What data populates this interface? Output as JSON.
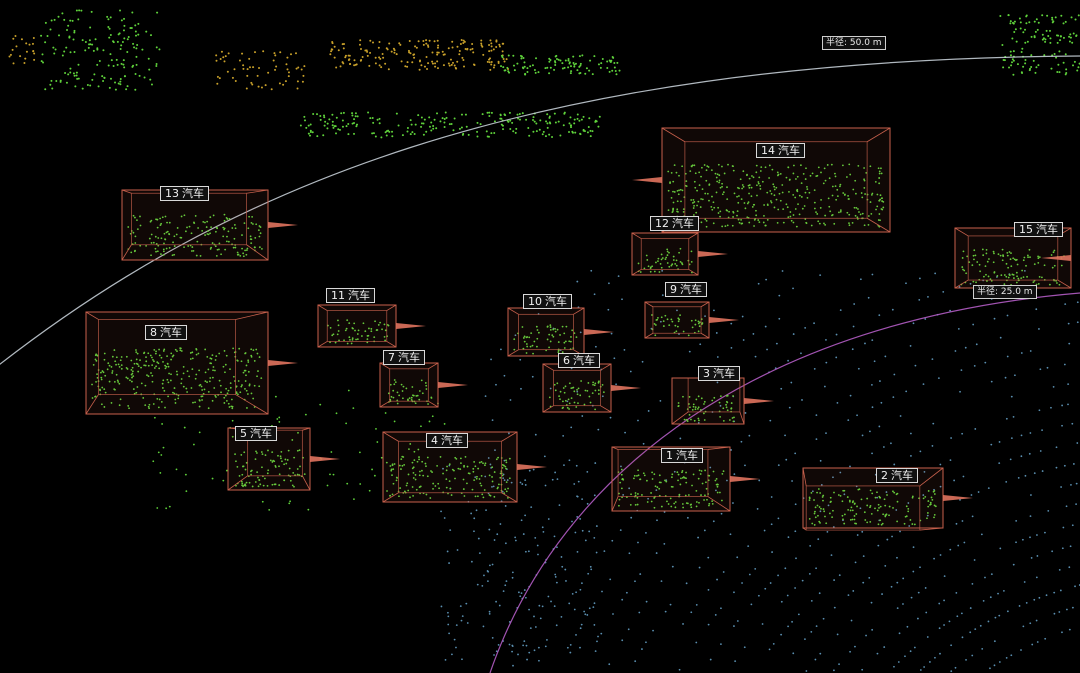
{
  "colors": {
    "background": "#000000",
    "box_edge": "#c7604c",
    "heading_arrow": "#e0735e",
    "ring_outer": "#cfd8e0",
    "ring_inner": "#b25cc4",
    "points_object": "#5fd23b",
    "points_ground": "#5a8fb0",
    "points_vegetation": "#c9a12a"
  },
  "rings": [
    {
      "id": "outer",
      "label": "半径: 50.0 m"
    },
    {
      "id": "inner",
      "label": "半径: 25.0 m"
    }
  ],
  "objects": [
    {
      "id": "1",
      "class": "汽车"
    },
    {
      "id": "2",
      "class": "汽车"
    },
    {
      "id": "3",
      "class": "汽车"
    },
    {
      "id": "4",
      "class": "汽车"
    },
    {
      "id": "5",
      "class": "汽车"
    },
    {
      "id": "6",
      "class": "汽车"
    },
    {
      "id": "7",
      "class": "汽车"
    },
    {
      "id": "8",
      "class": "汽车"
    },
    {
      "id": "9",
      "class": "汽车"
    },
    {
      "id": "10",
      "class": "汽车"
    },
    {
      "id": "11",
      "class": "汽车"
    },
    {
      "id": "12",
      "class": "汽车"
    },
    {
      "id": "13",
      "class": "汽车"
    },
    {
      "id": "14",
      "class": "汽车"
    },
    {
      "id": "15",
      "class": "汽车"
    }
  ]
}
